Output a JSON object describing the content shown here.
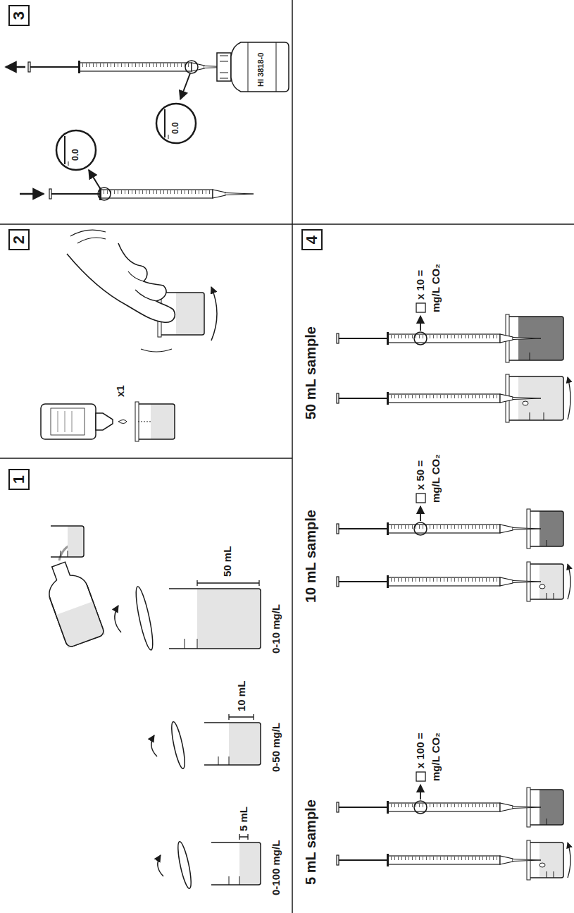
{
  "diagram": {
    "nodes": [
      {
        "text": [
          "1"
        ]
      },
      {
        "text": [
          "2"
        ]
      },
      {
        "text": [
          "3"
        ]
      },
      {
        "text": [
          "4"
        ]
      }
    ],
    "labels": [
      "5 mL",
      "10 mL",
      "50 mL",
      "0-100 mg/L",
      "0-50 mg/L",
      "0-10 mg/L",
      "x1",
      "0.0",
      "0.0",
      "HI 3818-0",
      "5 mL sample",
      "10 mL sample",
      "50 mL sample",
      "x 100 =",
      "mg/L CO₂",
      "x 50 =",
      "mg/L CO₂",
      "x 10 =",
      "mg/L CO₂"
    ]
  }
}
